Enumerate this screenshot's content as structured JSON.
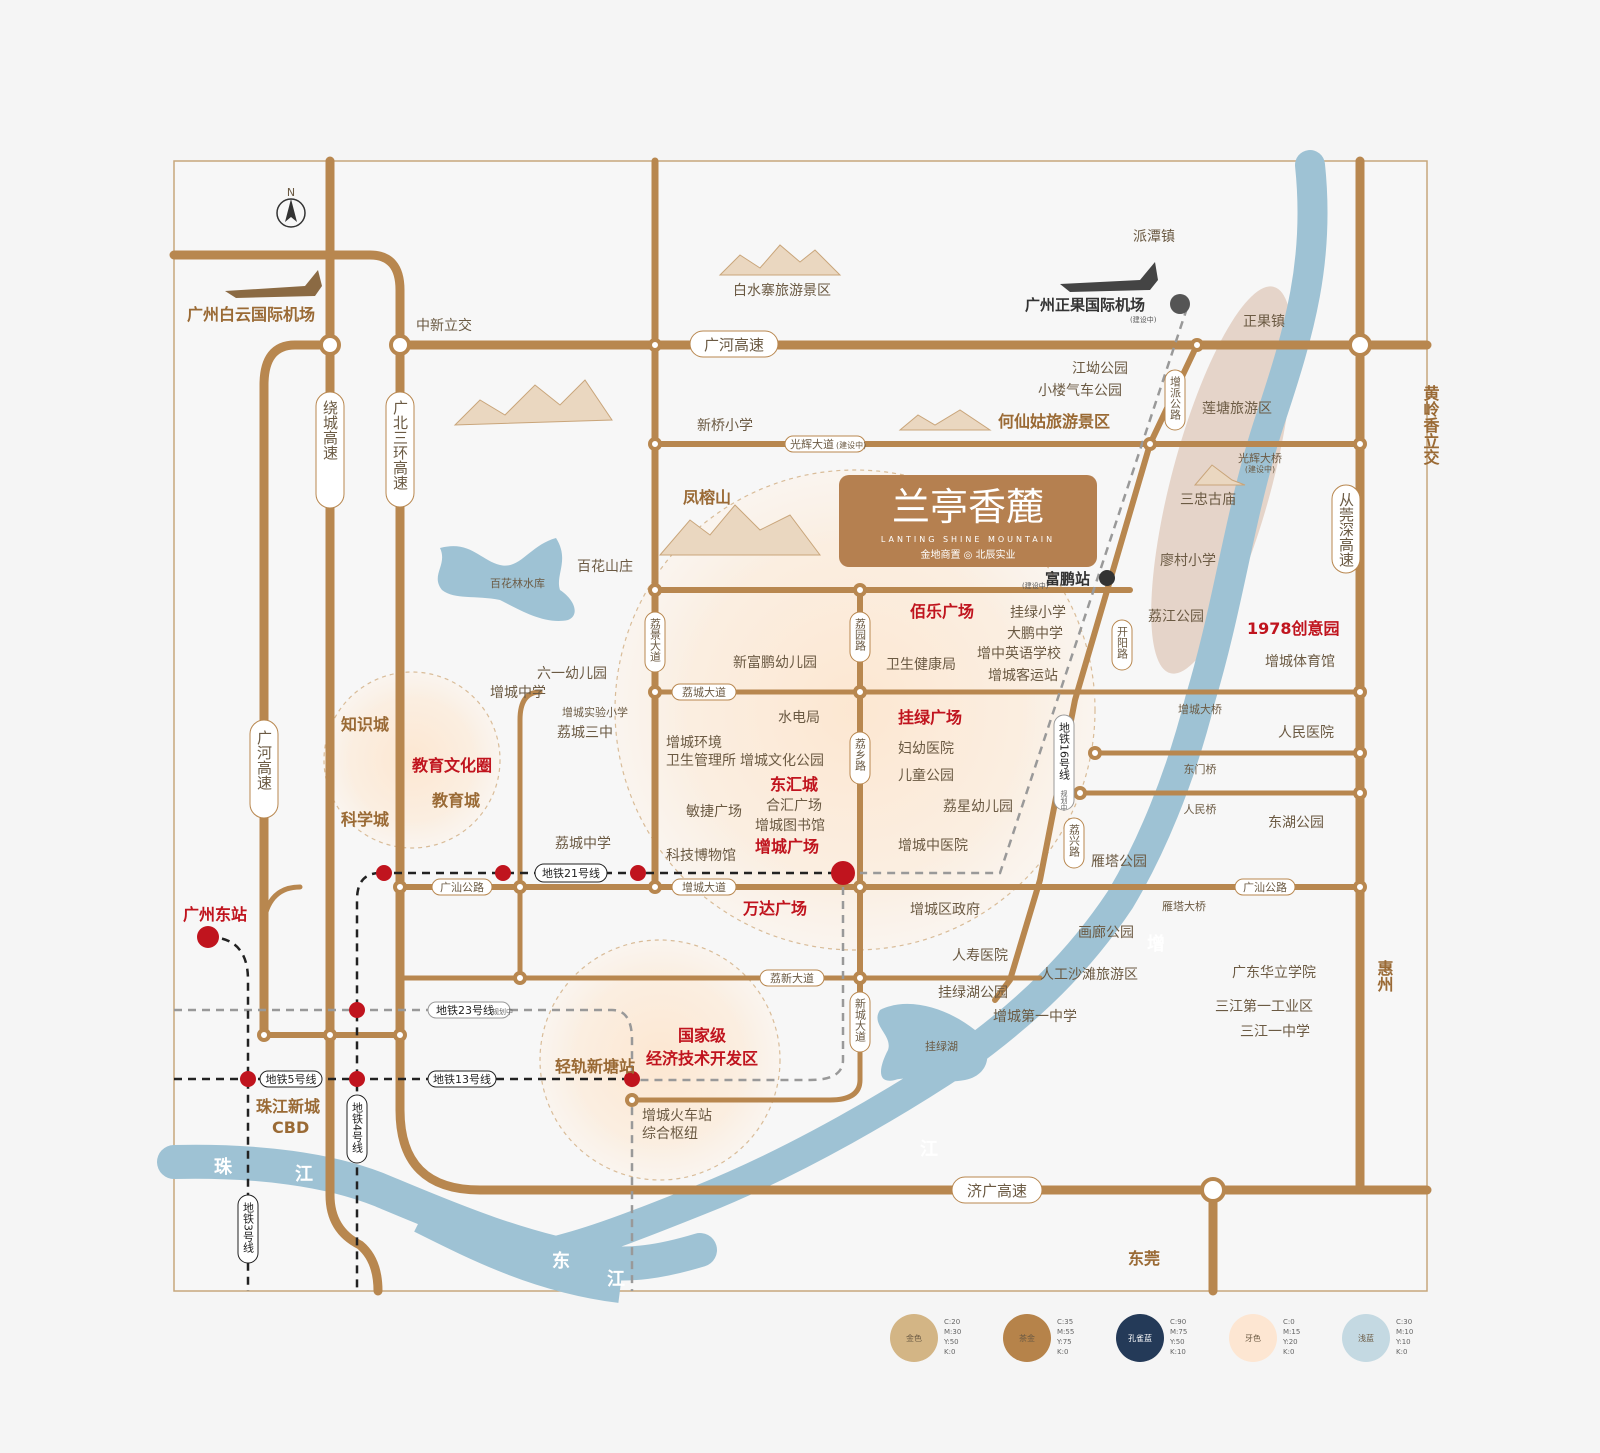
{
  "roads": {
    "guanghe_gaosu": "广河高速",
    "jiguang_gaosu": "济广高速",
    "raocheng_gaosu": "绕城高速",
    "guangbei_sanhuan": "广北三环高速",
    "guanghe_gaosu_v": "广河高速",
    "guanghui_dadao": "光辉大道",
    "guanghui_dadao_note": "(建设中)",
    "zengpai_gonglu": "增派公路",
    "kaiyang_lu": "开阳路",
    "lijing_dadao": "荔景大道",
    "liyuan_lu": "荔园路",
    "lixiang_lu": "荔乡路",
    "licheng_dadao": "荔城大道",
    "zengcheng_dadao": "增城大道",
    "guangshan_gonglu_1": "广汕公路",
    "guangshan_gonglu_2": "广汕公路",
    "lixin_dadao": "荔新大道",
    "xincheng_dadao": "新城大道",
    "lixing_lu": "荔兴路",
    "huangling_xiangli": "黄岭香立交",
    "conghuan_gaosu": "从莞深高速",
    "zhongxin_lijiao": "中新立交",
    "guanghui_daqiao": "光辉大桥",
    "guanghui_daqiao_note": "(建设中)",
    "chengfeng_daqiao": "增城大桥",
    "dongmen_qiao": "东门桥",
    "renmin_qiao": "人民桥",
    "yanta_daqiao": "雁塔大桥"
  },
  "metro": {
    "line21": "地铁21号线",
    "line23": "地铁23号线",
    "line23_note": "规划中",
    "line5": "地铁5号线",
    "line13": "地铁13号线",
    "line4": "地铁4号线",
    "line3": "地铁3号线",
    "line16": "地铁16号线",
    "line16_note": "规划中"
  },
  "places": {
    "baiyun_airport": "广州白云国际机场",
    "zhengguo_airport": "广州正果国际机场",
    "zhengguo_note": "(建设中)",
    "baishuizhai": "白水寨旅游景区",
    "paitan": "派潭镇",
    "zhengguo": "正果镇",
    "jiangao_park": "江坳公园",
    "xiaolou_park": "小楼气车公园",
    "hexian_station": "何仙姑旅游景区",
    "xinqiao_school": "新桥小学",
    "fengrong_shan": "凤榕山",
    "baihua_lake": "百花林水库",
    "baihua_shanzhuang": "百花山庄",
    "lianting": "莲塘旅游区",
    "sanzhong_temple": "三忠古庙",
    "liaocun_school": "廖村小学",
    "lijiang_park": "荔江公园",
    "fupeng_station": "富鹏站",
    "fupeng_note": "(建设中)",
    "baile_plaza": "佰乐广场",
    "gualv_school": "挂绿小学",
    "dapeng_school": "大鹏中学",
    "zengzhong_school": "增中英语学校",
    "bus_station": "增城客运站",
    "weisheng": "卫生健康局",
    "xinfupeng_kinder": "新富鹏幼儿园",
    "liuyi_kinder": "六一幼儿园",
    "zengcheng_middle": "增城中学",
    "shiyan_school": "增城实验小学",
    "licheng_three": "荔城三中",
    "shuidian": "水电局",
    "gualv_plaza": "挂绿广场",
    "env_office_1": "增城环境",
    "env_office_2": "卫生管理所",
    "culture_park": "增城文化公园",
    "fuyou_hospital": "妇幼医院",
    "ertong_park": "儿童公园",
    "donghui_city": "东汇城",
    "hehui_plaza": "合汇广场",
    "minjie_plaza": "敏捷广场",
    "library": "增城图书馆",
    "lixing_kinder": "荔星幼儿园",
    "keji_museum": "科技博物馆",
    "zengcheng_plaza": "增城广场",
    "zhongyi_hospital": "增城中医院",
    "licheng_middle": "荔城中学",
    "zhishi_city": "知识城",
    "edu_circle": "教育文化圈",
    "edu_city": "教育城",
    "kexue_city": "科学城",
    "guangzhou_east": "广州东站",
    "wanda_plaza": "万达广场",
    "gov": "增城区政府",
    "yanta_park": "雁塔公园",
    "renmin_hospital": "人民医院",
    "donghu_park": "东湖公园",
    "tiyu_guan": "增城体育馆",
    "chuangyi_1978": "1978创意园",
    "huali_college": "广东华立学院",
    "huapu_park": "画廊公园",
    "renshou_hospital": "人寿医院",
    "shatan": "人工沙滩旅游区",
    "gualv_lake_park": "挂绿湖公园",
    "gualv_lake": "挂绿湖",
    "zengcheng_first": "增城第一中学",
    "sanjiang_industry": "三江第一工业区",
    "sanjiang_school": "三江一中学",
    "huizhou": "惠州",
    "dongguan": "东莞",
    "national_zone_1": "国家级",
    "national_zone_2": "经济技术开发区",
    "qinggui_station": "轻轨新塘站",
    "railway_station_1": "增城火车站",
    "railway_station_2": "综合枢纽",
    "zhujiang_city": "珠江新城",
    "cbd": "CBD"
  },
  "rivers": {
    "zengjiang_1": "增",
    "zengjiang_2": "江",
    "zhujiang_1": "珠",
    "zhujiang_2": "江",
    "dongjiang_1": "东",
    "dongjiang_2": "江"
  },
  "compass": "N",
  "brand": {
    "title": "兰亭香麓",
    "subtitle": "LANTING SHINE MOUNTAIN",
    "developer": "金地商置 ◎ 北辰实业"
  },
  "swatches": [
    {
      "name": "金色",
      "color": "#d3b585",
      "cmyk": [
        "C:20",
        "M:30",
        "Y:50",
        "K:0"
      ]
    },
    {
      "name": "茶金",
      "color": "#b6834a",
      "cmyk": [
        "C:35",
        "M:55",
        "Y:75",
        "K:0"
      ]
    },
    {
      "name": "孔雀蓝",
      "color": "#243a58",
      "cmyk": [
        "C:90",
        "M:75",
        "Y:50",
        "K:10"
      ]
    },
    {
      "name": "牙色",
      "color": "#fde6d2",
      "cmyk": [
        "C:0",
        "M:15",
        "Y:20",
        "K:0"
      ]
    },
    {
      "name": "浅蓝",
      "color": "#c4d9e2",
      "cmyk": [
        "C:30",
        "M:10",
        "Y:10",
        "K:0"
      ]
    }
  ],
  "colors": {
    "road": "#b8874f",
    "river": "#9ec2d4",
    "accent_red": "#c0141e",
    "highlight": "#fbe3c8"
  }
}
